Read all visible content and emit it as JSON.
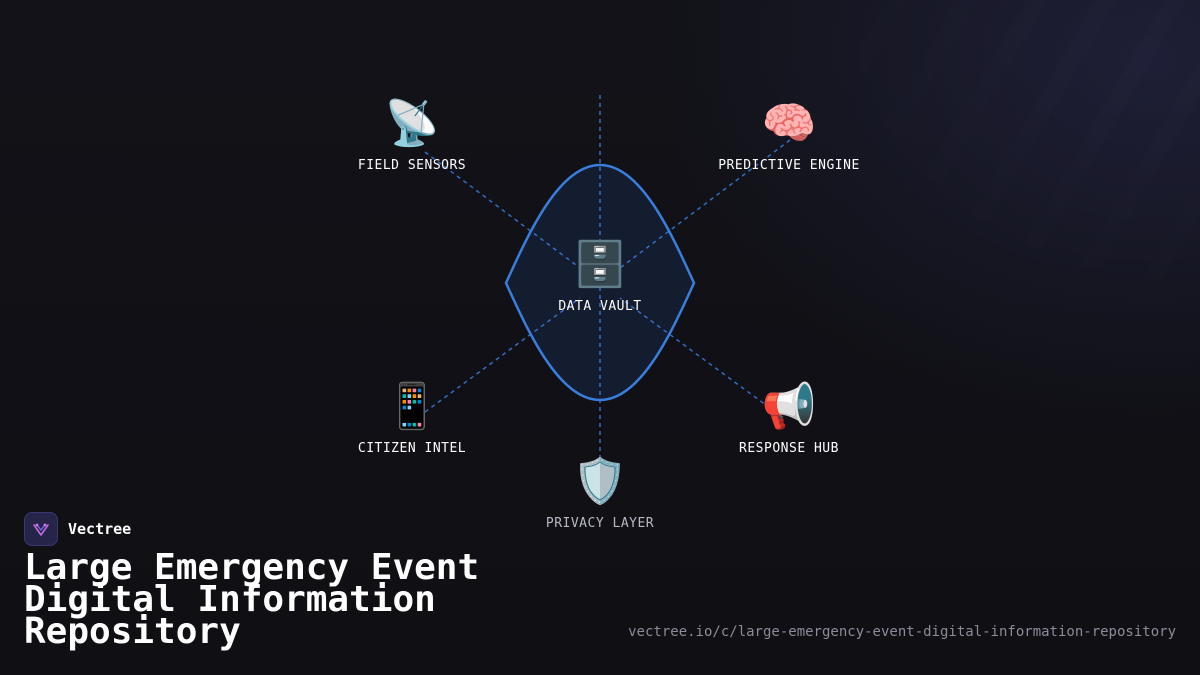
{
  "brand": {
    "name": "Vectree"
  },
  "title": "Large Emergency Event Digital Information Repository",
  "url": "vectree.io/c/large-emergency-event-digital-information-repository",
  "colors": {
    "accent": "#3b7ddd",
    "connector": "#3b7ddd",
    "background": "#111116",
    "muted_text": "#b7b9c4"
  },
  "diagram": {
    "center": {
      "label": "DATA VAULT",
      "icon": "file-cabinet-icon",
      "glyph": "🗄️"
    },
    "nodes": [
      {
        "id": "field-sensors",
        "label": "FIELD SENSORS",
        "icon": "satellite-dish-icon",
        "glyph": "📡"
      },
      {
        "id": "predictive-engine",
        "label": "PREDICTIVE ENGINE",
        "icon": "brain-icon",
        "glyph": "🧠"
      },
      {
        "id": "citizen-intel",
        "label": "CITIZEN INTEL",
        "icon": "mobile-phone-icon",
        "glyph": "📱"
      },
      {
        "id": "response-hub",
        "label": "RESPONSE HUB",
        "icon": "megaphone-icon",
        "glyph": "📢"
      },
      {
        "id": "privacy-layer",
        "label": "PRIVACY LAYER",
        "icon": "shield-icon",
        "glyph": "🛡️"
      }
    ]
  }
}
